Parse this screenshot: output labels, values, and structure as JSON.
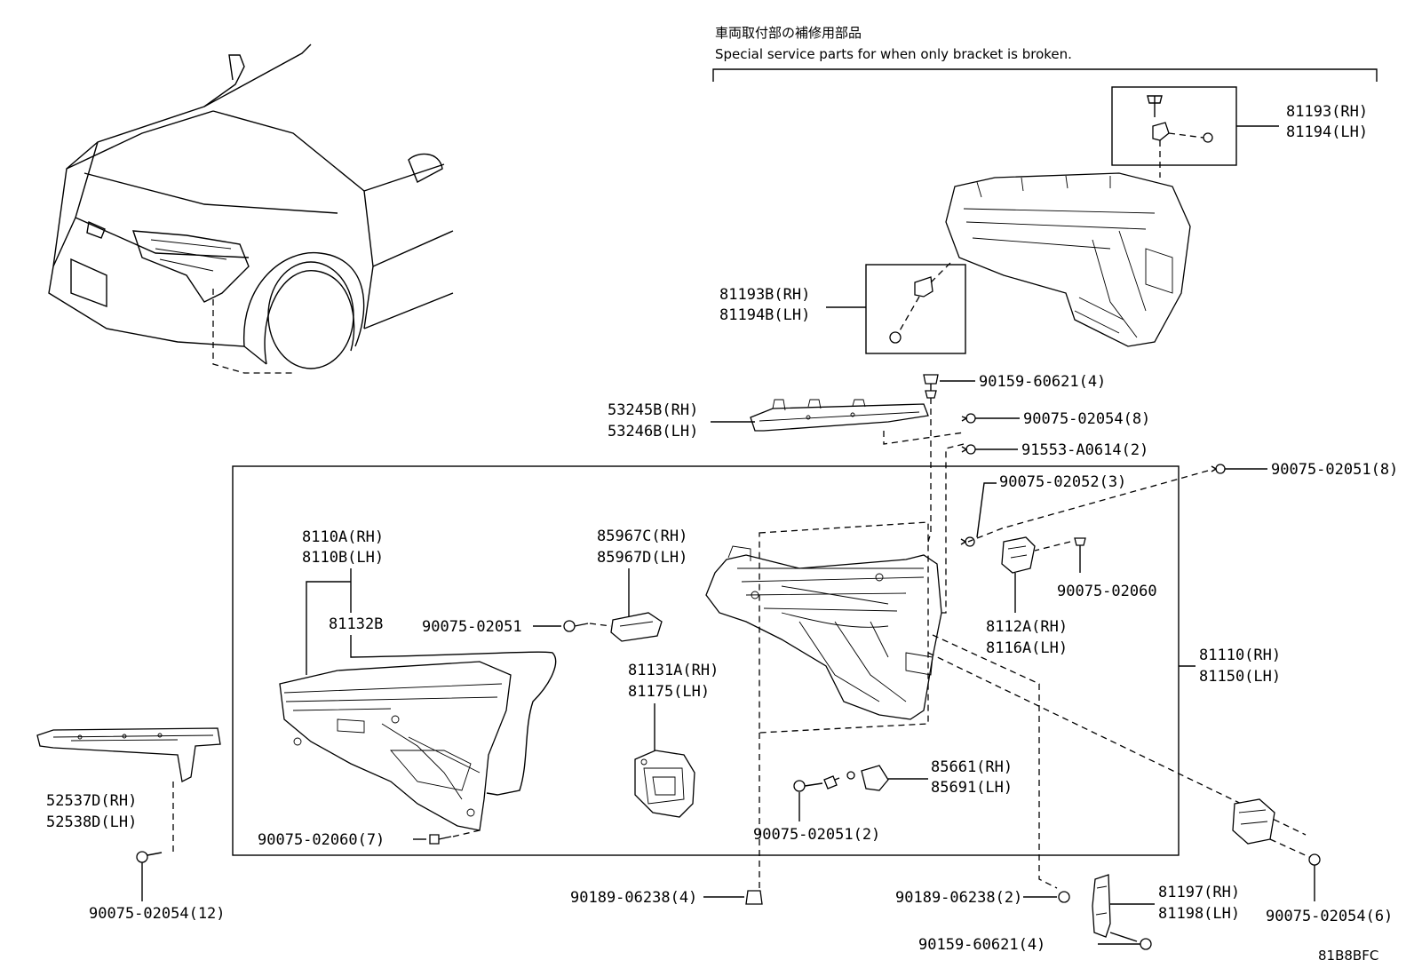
{
  "header": {
    "japanese": "車両取付部の補修用部品",
    "english": "Special service parts for when only bracket is broken."
  },
  "labels": {
    "p81193": "81193(RH)",
    "p81194": "81194(LH)",
    "p81193B": "81193B(RH)",
    "p81194B": "81194B(LH)",
    "f90159a": "90159-60621(4)",
    "p53245B": "53245B(RH)",
    "p53246B": "53246B(LH)",
    "f90075_8": "90075-02054(8)",
    "f91553": "91553-A0614(2)",
    "f90075_02051_8": "90075-02051(8)",
    "f90075_02052": "90075-02052(3)",
    "p8110A": "8110A(RH)",
    "p8110B": "8110B(LH)",
    "p81132B": "81132B",
    "p85967C": "85967C(RH)",
    "p85967D": "85967D(LH)",
    "f90075_02051": "90075-02051",
    "f90075_02060": "90075-02060",
    "p8112A": "8112A(RH)",
    "p8116A": "8116A(LH)",
    "p81110": "81110(RH)",
    "p81150": "81150(LH)",
    "p81131A": "81131A(RH)",
    "p81175": "81175(LH)",
    "p85661": "85661(RH)",
    "p85691": "85691(LH)",
    "f90075_02051_2": "90075-02051(2)",
    "f90075_02060_7": "90075-02060(7)",
    "p52537D": "52537D(RH)",
    "p52538D": "52538D(LH)",
    "f90075_02054_12": "90075-02054(12)",
    "f90189_4": "90189-06238(4)",
    "f90189_2": "90189-06238(2)",
    "p81197": "81197(RH)",
    "p81198": "81198(LH)",
    "f90159b": "90159-60621(4)",
    "f90075_02054_6": "90075-02054(6)",
    "diagram_code": "81B8BFC"
  }
}
